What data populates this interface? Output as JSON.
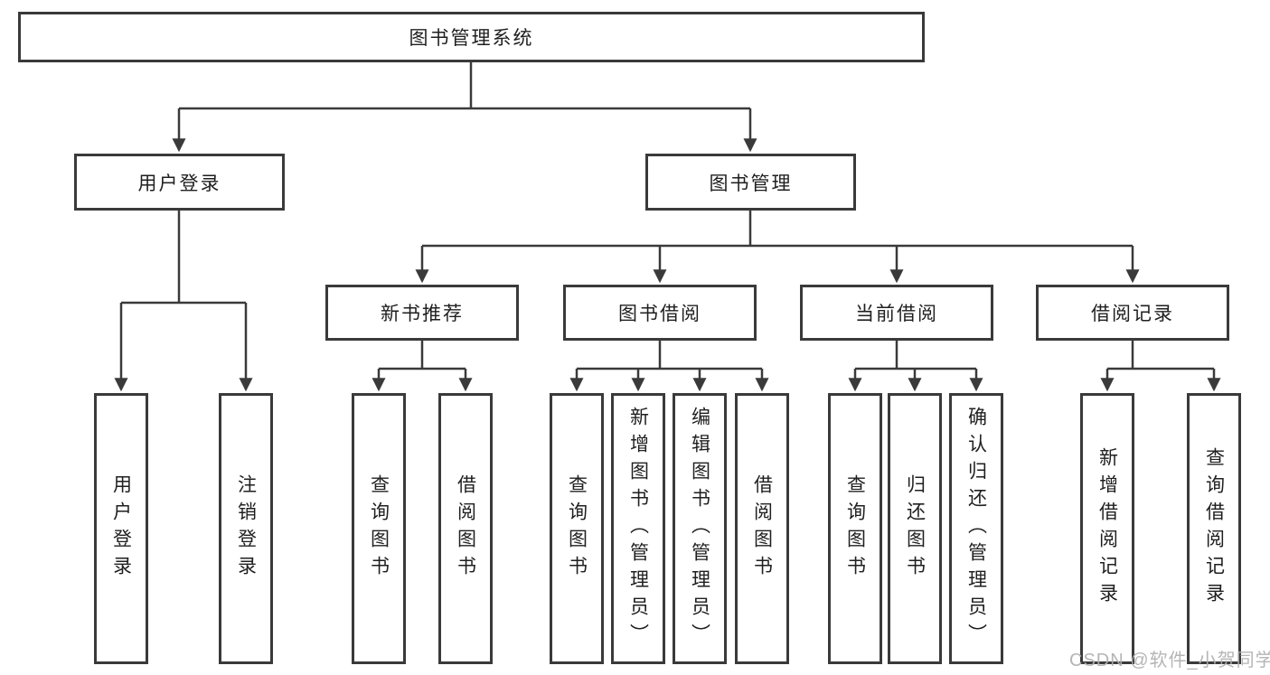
{
  "watermark": "CSDN @软件_小贺同学",
  "tree": {
    "root": "图书管理系统",
    "branches": [
      {
        "label": "用户登录",
        "children": [
          "用户登录",
          "注销登录"
        ]
      },
      {
        "label": "图书管理",
        "sections": [
          {
            "label": "新书推荐",
            "children": [
              "查询图书",
              "借阅图书"
            ]
          },
          {
            "label": "图书借阅",
            "children": [
              "查询图书",
              "新增图书（管理员）",
              "编辑图书（管理员）",
              "借阅图书"
            ]
          },
          {
            "label": "当前借阅",
            "children": [
              "查询图书",
              "归还图书",
              "确认归还（管理员）"
            ]
          },
          {
            "label": "借阅记录",
            "children": [
              "新增借阅记录",
              "查询借阅记录"
            ]
          }
        ]
      }
    ]
  },
  "colors": {
    "line": "#3a3a3a",
    "text": "#1f1f1f",
    "watermark": "#b0b0b0"
  }
}
